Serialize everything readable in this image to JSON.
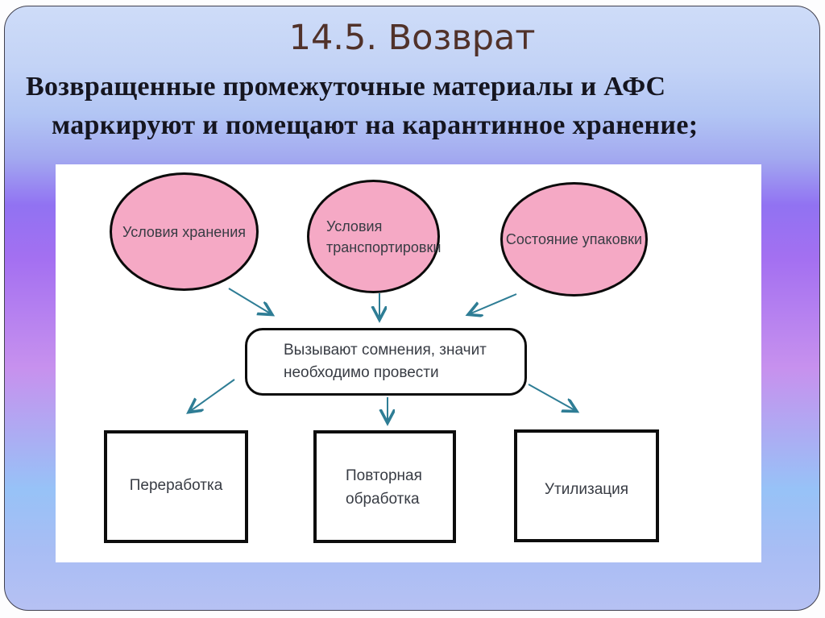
{
  "slide": {
    "title": "14.5. Возврат",
    "body_line1": "Возвращенные промежуточные материалы и АФС",
    "body_line2": "маркируют и помещают на карантинное хранение;"
  },
  "diagram": {
    "conditions": [
      {
        "label": "Условия хранения"
      },
      {
        "label": "Условия\nтранспортировки"
      },
      {
        "label": "Состояние упаковки"
      }
    ],
    "decision": {
      "label": "Вызывают сомнения, значит\nнеобходимо провести"
    },
    "outcomes": [
      {
        "label": "Переработка"
      },
      {
        "label": "Повторная\nобработка"
      },
      {
        "label": "Утилизация"
      }
    ],
    "colors": {
      "condition_fill": "#F5A9C5",
      "shape_border": "#0B0B0B",
      "arrow": "#2E7D95",
      "title_text": "#51322A",
      "body_text": "#15151F"
    }
  }
}
